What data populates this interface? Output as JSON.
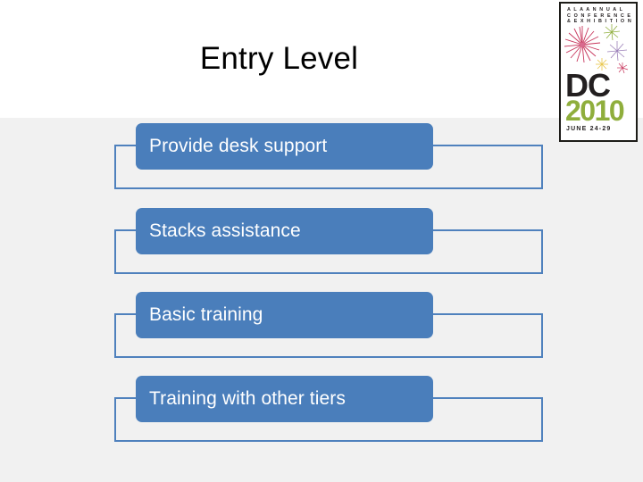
{
  "slide": {
    "title": "Entry Level",
    "background_top_color": "#FFFFFF",
    "background_body_color": "#F1F1F1",
    "accent_fill_color": "#4A7EBB",
    "accent_outline_color": "#4F81BD",
    "label_text_color": "#FFFFFF"
  },
  "logo": {
    "org_line_1": "A L A  A N N U A L",
    "org_line_2": "C O N F E R E N C E",
    "org_line_3": "& E X H I B I T I O N",
    "city": "DC",
    "year": "2010",
    "dates": "JUNE 24-29",
    "year_color": "#8FAE3C",
    "text_color": "#231F20",
    "burst_colors": [
      "#C7355B",
      "#8FAE3C",
      "#9B7FB8",
      "#E8C547",
      "#D96A8E"
    ]
  },
  "items": [
    {
      "label": "Provide desk support"
    },
    {
      "label": "Stacks assistance"
    },
    {
      "label": "Basic training"
    },
    {
      "label": "Training with other tiers"
    }
  ]
}
